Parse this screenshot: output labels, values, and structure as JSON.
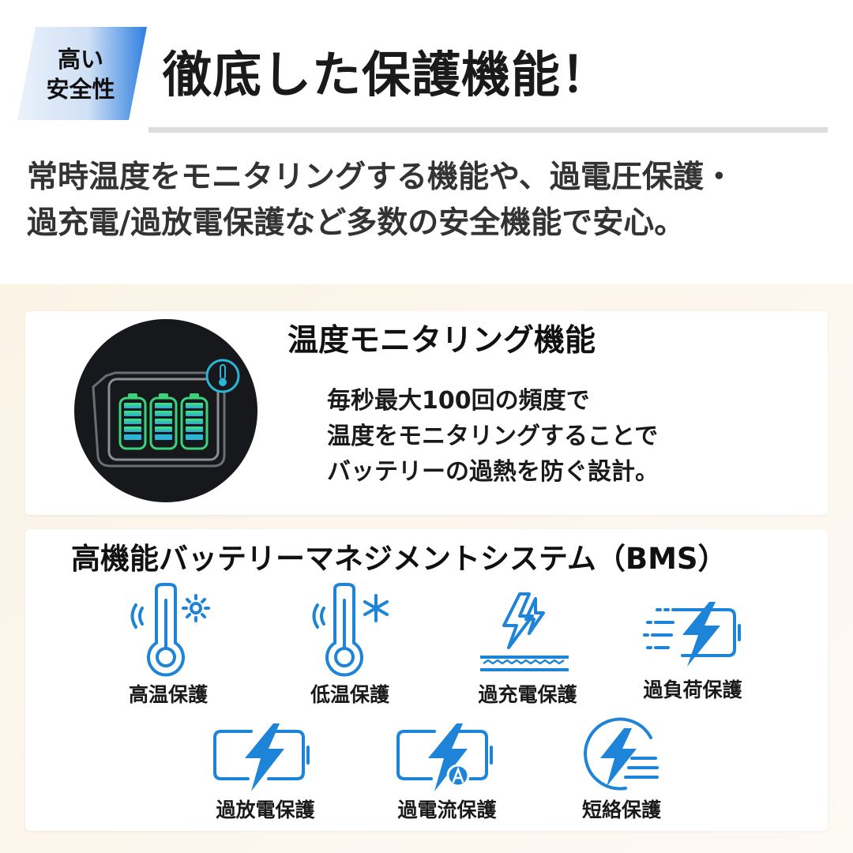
{
  "badge": {
    "line1": "高い",
    "line2": "安全性"
  },
  "headline": "徹底した保護機能！",
  "intro": {
    "line1": "常時温度をモニタリングする機能や、過電圧保護・",
    "line2": "過充電/過放電保護など多数の安全機能で安心。"
  },
  "monitoring": {
    "title": "温度モニタリング機能",
    "body": [
      "毎秒最大100回の頻度で",
      "温度をモニタリングすることで",
      "バッテリーの過熱を防ぐ設計。"
    ]
  },
  "bms": {
    "title": "高機能バッテリーマネジメントシステム（BMS）",
    "features": [
      {
        "label": "高温保護",
        "icon": "thermometer-sun-icon"
      },
      {
        "label": "低温保護",
        "icon": "thermometer-snow-icon"
      },
      {
        "label": "過充電保護",
        "icon": "lightning-ground-icon"
      },
      {
        "label": "過負荷保護",
        "icon": "speed-battery-icon"
      },
      {
        "label": "過放電保護",
        "icon": "battery-bolt-icon"
      },
      {
        "label": "過電流保護",
        "icon": "battery-bolt-a-icon"
      },
      {
        "label": "短絡保護",
        "icon": "circle-bolt-icon"
      }
    ]
  },
  "colors": {
    "accent_blue": "#1e84d8",
    "battery_green": "#3fe07a",
    "battery_cyan": "#2ab5d6",
    "dark_circle": "#16181c"
  }
}
